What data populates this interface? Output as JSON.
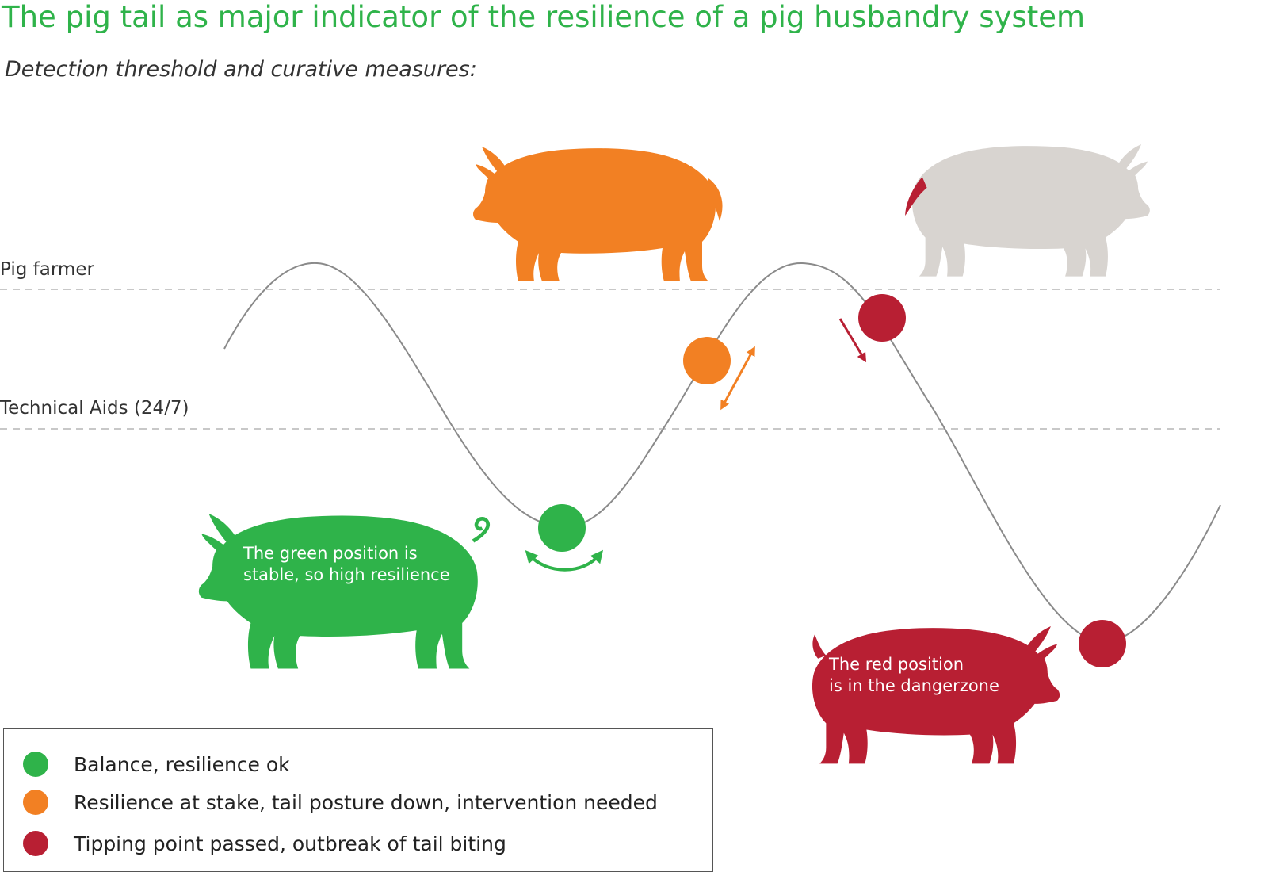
{
  "title": "The pig tail as major indicator of the resilience of a pig husbandry system",
  "subtitle": "Detection threshold and curative measures:",
  "levels": {
    "pig_farmer": "Pig farmer",
    "technical_aids": "Technical Aids (24/7)"
  },
  "pigs": {
    "green_caption": [
      "The green position is",
      "stable, so high resilience"
    ],
    "red_caption": [
      "The red position",
      "is in the dangerzone"
    ]
  },
  "legend": [
    {
      "label": "Balance, resilience ok",
      "color": "#2fb34a"
    },
    {
      "label": "Resilience at stake, tail posture down, intervention needed",
      "color": "#f28023"
    },
    {
      "label": "Tipping point passed, outbreak of tail biting",
      "color": "#b81f33"
    }
  ],
  "colors": {
    "green": "#2fb34a",
    "orange": "#f28023",
    "red": "#b81f33",
    "grey_pig": "#d8d4d0",
    "curve": "#8a8a8a",
    "dashed": "#c8c8c8"
  }
}
